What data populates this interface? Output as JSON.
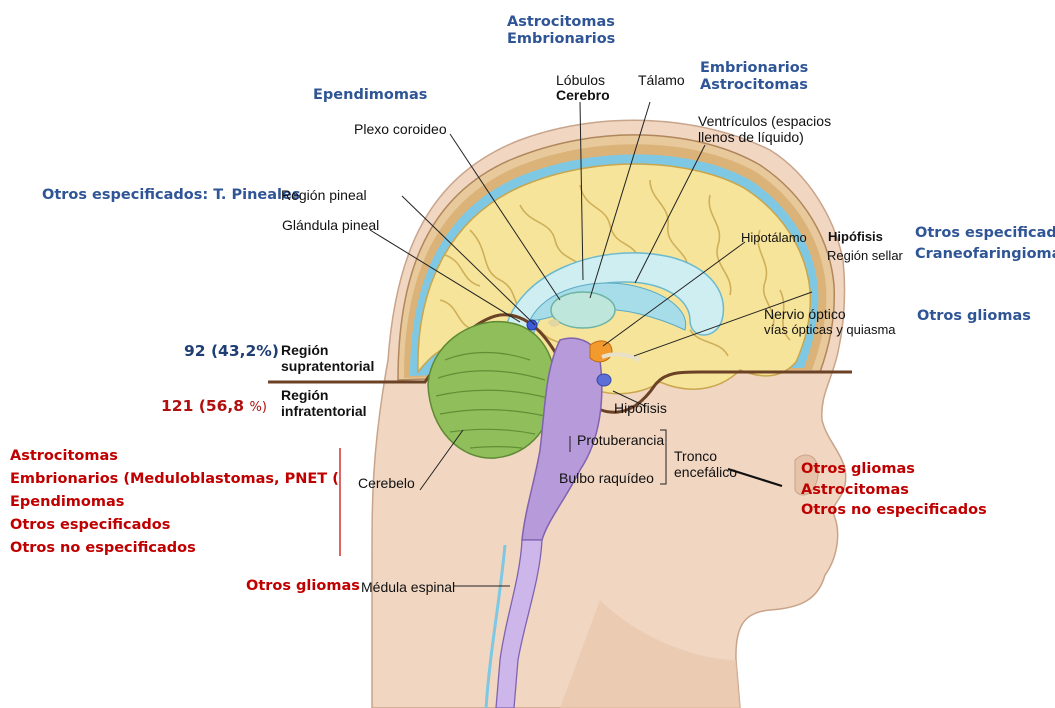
{
  "anatomy": {
    "lobulos": "Lóbulos",
    "cerebro": "Cerebro",
    "talamo": "Tálamo",
    "ventriculos_1": "Ventrículos (espacios",
    "ventriculos_2": "llenos de líquido)",
    "plexo": "Plexo coroideo",
    "region_pineal": "Región pineal",
    "glandula_pineal": "Glándula pineal",
    "hipotalamo": "Hipotálamo",
    "hipofisis_top": "Hipófisis",
    "region_sellar": "Región sellar",
    "nervio_optico": "Nervio óptico",
    "vias_opticas": "vías ópticas y quiasma",
    "region_supra_1": "Región",
    "region_supra_2": "supratentorial",
    "region_infra_1": "Región",
    "region_infra_2": "infratentorial",
    "hipofisis_bottom": "Hipófisis",
    "protuberancia": "Protuberancia",
    "tronco_1": "Tronco",
    "tronco_2": "encefálico",
    "bulbo": "Bulbo raquídeo",
    "cerebelo": "Cerebelo",
    "medula": "Médula espinal"
  },
  "tumors": {
    "top_center": [
      "Astrocitomas",
      "Embrionarios"
    ],
    "thalamus": [
      "Embrionarios",
      "Astrocitomas"
    ],
    "ependimomas": "Ependimomas",
    "pineal": "Otros especificados: T. Pineales",
    "sellar": [
      "Otros especificados",
      "Craneofaringiomas"
    ],
    "optic": "Otros gliomas",
    "infratentorial_list": [
      "Astrocitomas",
      "Embrionarios (Meduloblastomas, PNET (",
      "Ependimomas",
      "Otros especificados",
      "Otros no especificados"
    ],
    "brainstem_list": [
      "Otros gliomas",
      "Astrocitomas",
      "Otros no especificados"
    ],
    "spinal": "Otros gliomas"
  },
  "stats": {
    "supra": "92 (43,2%)",
    "infra_main": "121 (56,8 ",
    "infra_pct": "%)"
  },
  "colors": {
    "blue_label": "#2f5596",
    "red_label": "#c00000",
    "tentorium_line": "#6b4226",
    "brain": "#f6e49a",
    "cerebellum": "#8fbe5a",
    "brainstem": "#b79ad9",
    "skin": "#f1d6c2"
  }
}
